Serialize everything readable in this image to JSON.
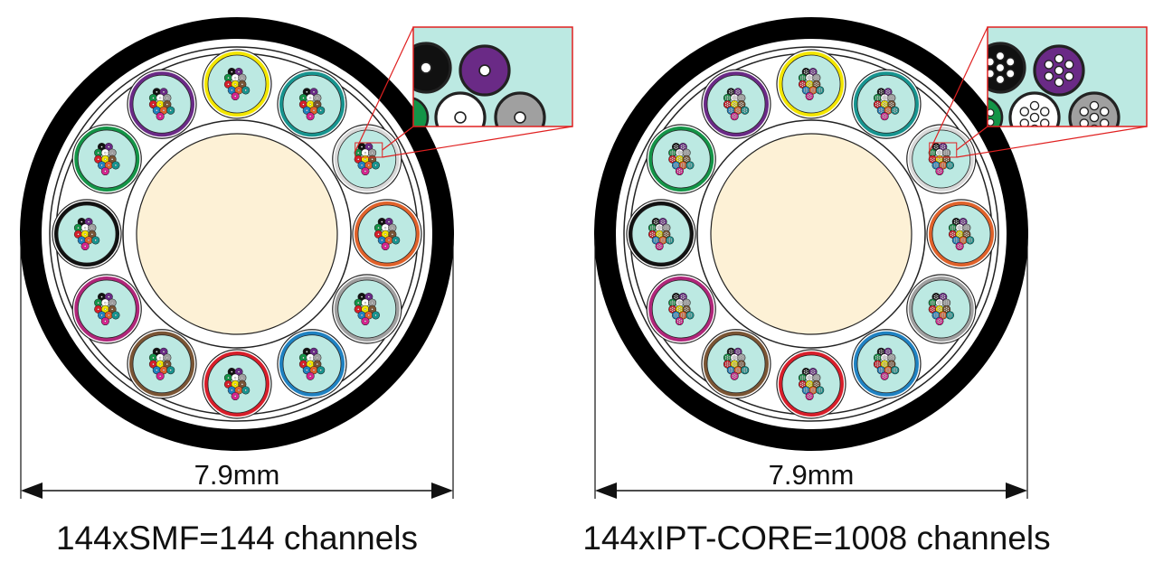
{
  "cables": [
    {
      "id": "smf",
      "dimension_label": "7.9mm",
      "caption": "144xSMF=144 channels",
      "fiber_type": "single-core"
    },
    {
      "id": "ipt",
      "dimension_label": "7.9mm",
      "caption": "144xIPT-CORE=1008 channels",
      "fiber_type": "seven-core"
    }
  ],
  "colors": {
    "sheath": "#000000",
    "tube_fill": "#bce9e2",
    "central_member": "#fdf1d6",
    "callout": "#e02020",
    "tube_colors": [
      "#f3e600",
      "#17948f",
      "#d9d9d9",
      "#e0622a",
      "#a0a0a0",
      "#1f82c2",
      "#d81e2a",
      "#7a5534",
      "#b0267a",
      "#111111",
      "#139447",
      "#6a2a86"
    ],
    "fiber_colors": [
      "#111111",
      "#6a2a86",
      "#139447",
      "#ffffff",
      "#a0a0a0",
      "#d81e2a",
      "#f3e600",
      "#7a5534",
      "#1f82c2",
      "#e0622a",
      "#17948f",
      "#d6248f"
    ]
  }
}
